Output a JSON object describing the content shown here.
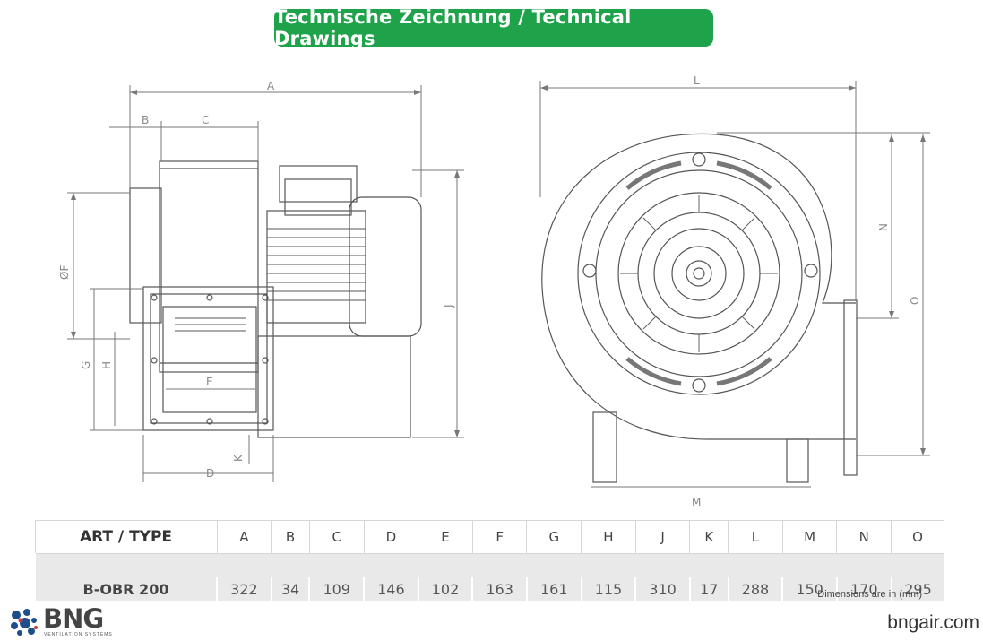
{
  "title": "Technische Zeichnung / Technical Drawings",
  "dimension_labels": [
    "A",
    "B",
    "C",
    "ØF",
    "G",
    "H",
    "J",
    "E",
    "D",
    "K",
    "L",
    "N",
    "O",
    "M"
  ],
  "table": {
    "headers": [
      "ART / TYPE",
      "A",
      "B",
      "C",
      "D",
      "E",
      "F",
      "G",
      "H",
      "J",
      "K",
      "L",
      "M",
      "N",
      "O"
    ],
    "rows": [
      [
        "B-OBR 200",
        "322",
        "34",
        "109",
        "146",
        "102",
        "163",
        "161",
        "115",
        "310",
        "17",
        "288",
        "150",
        "170",
        "295"
      ]
    ]
  },
  "note": "Dimensions are in (mm)",
  "brand": {
    "name": "BNG",
    "tagline": "VENTILATION SYSTEMS",
    "website": "bngair.com"
  },
  "colors": {
    "title_bg": "#1ea34a",
    "row_bg": "#e9e9e9",
    "line": "#444444"
  }
}
